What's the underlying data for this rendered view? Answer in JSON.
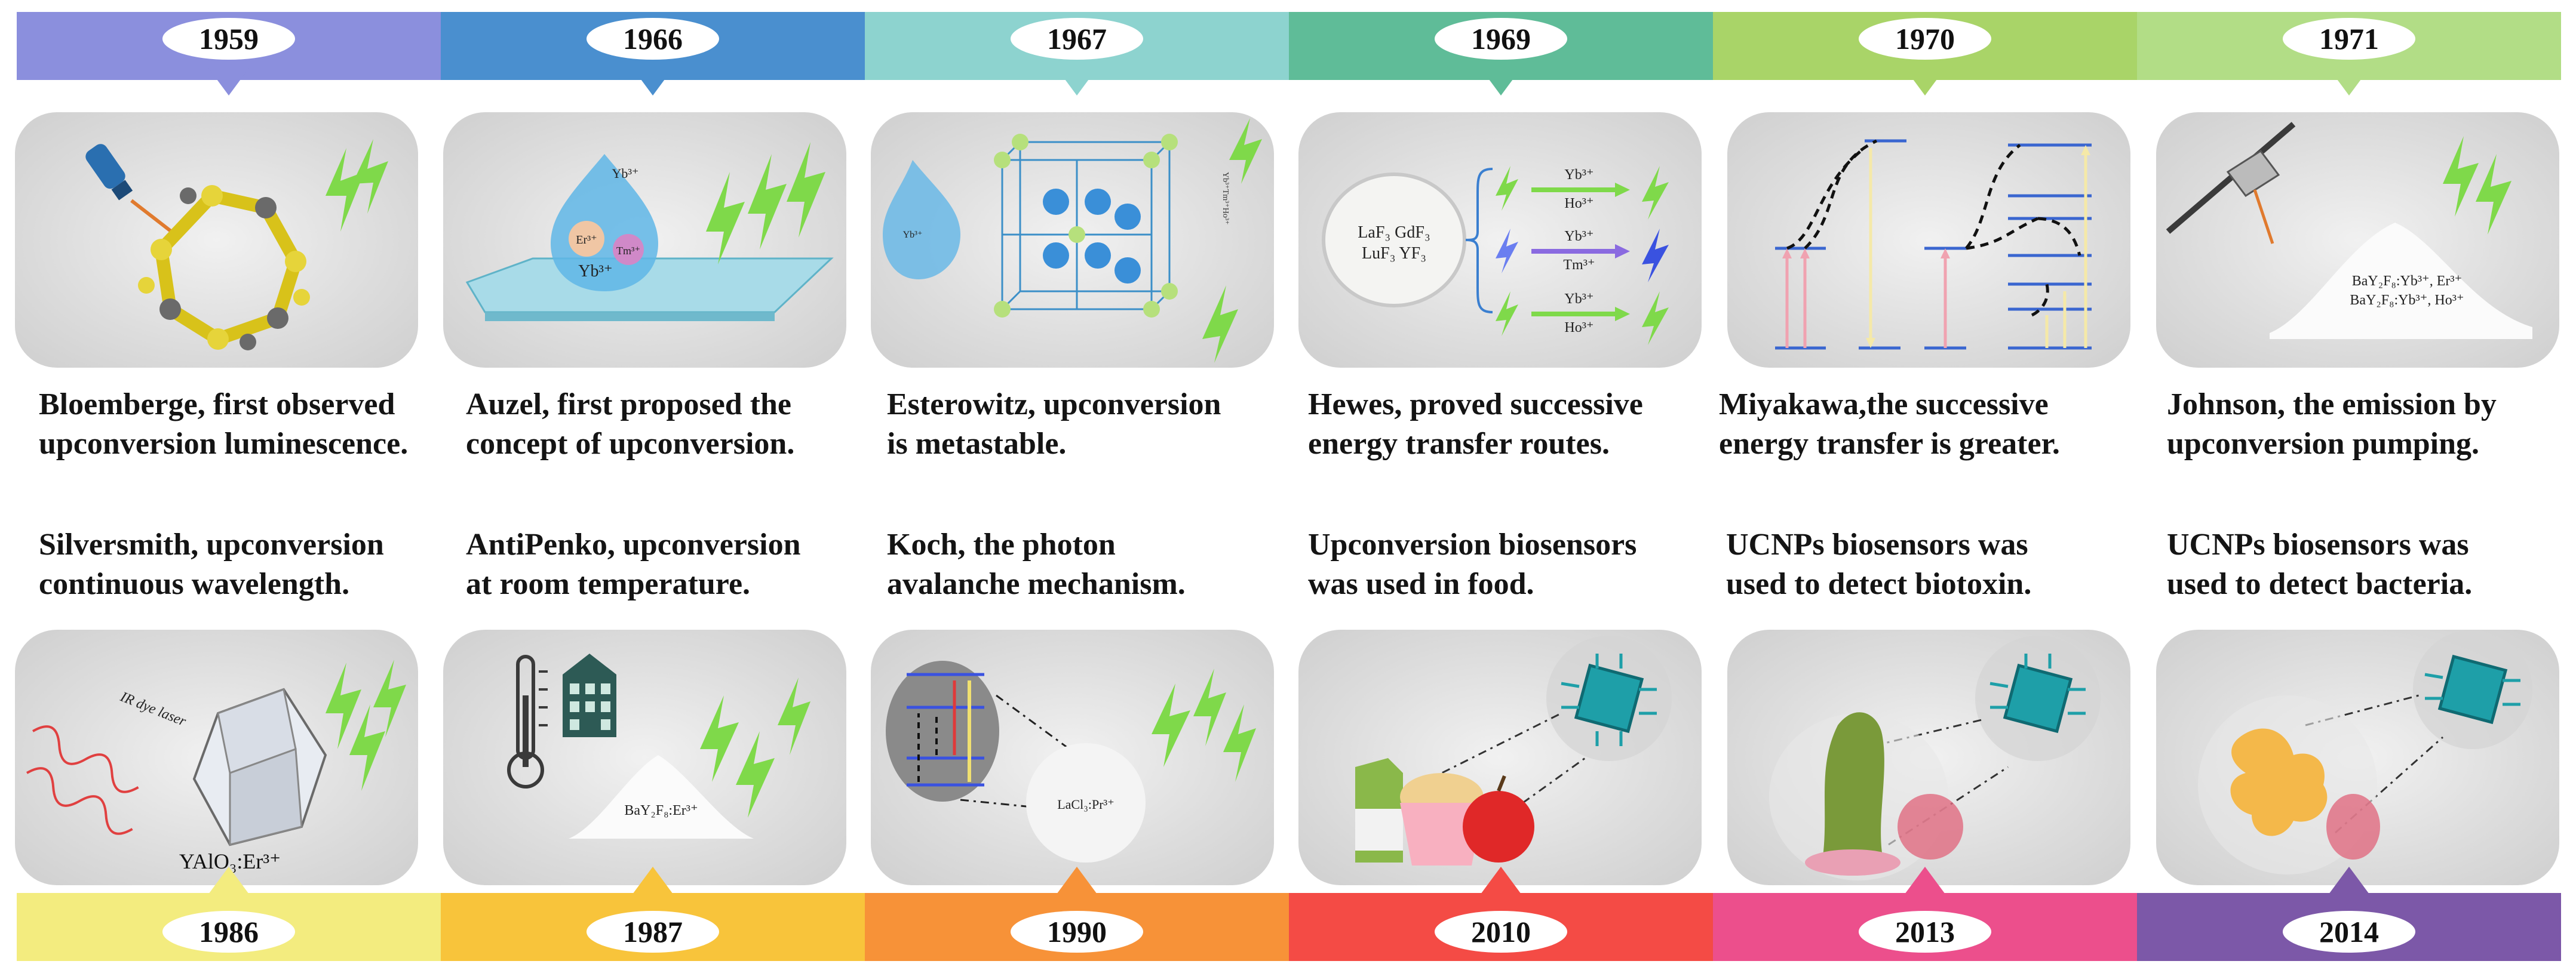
{
  "top": [
    {
      "year": "1959",
      "line1": "Bloemberge, first observed",
      "line2": "upconversion luminescence.",
      "color": "#8b8fdd"
    },
    {
      "year": "1966",
      "line1": "Auzel, first proposed the",
      "line2": "concept of upconversion.",
      "color": "#4a8fcf"
    },
    {
      "year": "1967",
      "line1": "Esterowitz, upconversion",
      "line2": "is metastable.",
      "color": "#8dd3cf"
    },
    {
      "year": "1969",
      "line1": "Hewes, proved successive",
      "line2": "energy transfer routes.",
      "color": "#5fbc98"
    },
    {
      "year": "1970",
      "line1": "Miyakawa,the successive",
      "line2": "energy transfer is greater.",
      "color": "#a9d468"
    },
    {
      "year": "1971",
      "line1": "Johnson, the emission by",
      "line2": "upconversion pumping.",
      "color": "#b2dd86"
    }
  ],
  "bottom": [
    {
      "year": "1986",
      "line1": "Silversmith,  upconversion",
      "line2": "continuous wavelength.",
      "color": "#f3ec7f"
    },
    {
      "year": "1987",
      "line1": "AntiPenko,  upconversion",
      "line2": "at room temperature.",
      "color": "#f8c43b"
    },
    {
      "year": "1990",
      "line1": "Koch, the photon",
      "line2": "avalanche mechanism.",
      "color": "#f79238"
    },
    {
      "year": "2010",
      "line1": "Upconversion biosensors",
      "line2": "was used in food.",
      "color": "#f44b45"
    },
    {
      "year": "2013",
      "line1": "UCNPs biosensors was",
      "line2": "used to detect biotoxin.",
      "color": "#ec4f8c"
    },
    {
      "year": "2014",
      "line1": "UCNPs biosensors was",
      "line2": "used to detect bacteria.",
      "color": "#7c58a8"
    }
  ],
  "labels": {
    "yb": "Yb³⁺",
    "er": "Er³⁺",
    "tm": "Tm³⁺",
    "ho": "Ho³⁺",
    "laf_line1": "LaF₃  GdF₃",
    "laf_line2": "LuF₃  YF₃",
    "bay_line1": "BaY₂F₈:Yb³⁺, Er³⁺",
    "bay_line2": "BaY₂F₈:Yb³⁺, Ho³⁺",
    "ir_laser": "IR dye laser",
    "yalo": "YAlO₃:Er³⁺",
    "bay_pr": "BaY₂F₈:Er³⁺",
    "lacl": "LaCl₃:Pr³⁺",
    "vertical_ions": "Yb³⁺Tm³⁺Ho³⁺"
  }
}
